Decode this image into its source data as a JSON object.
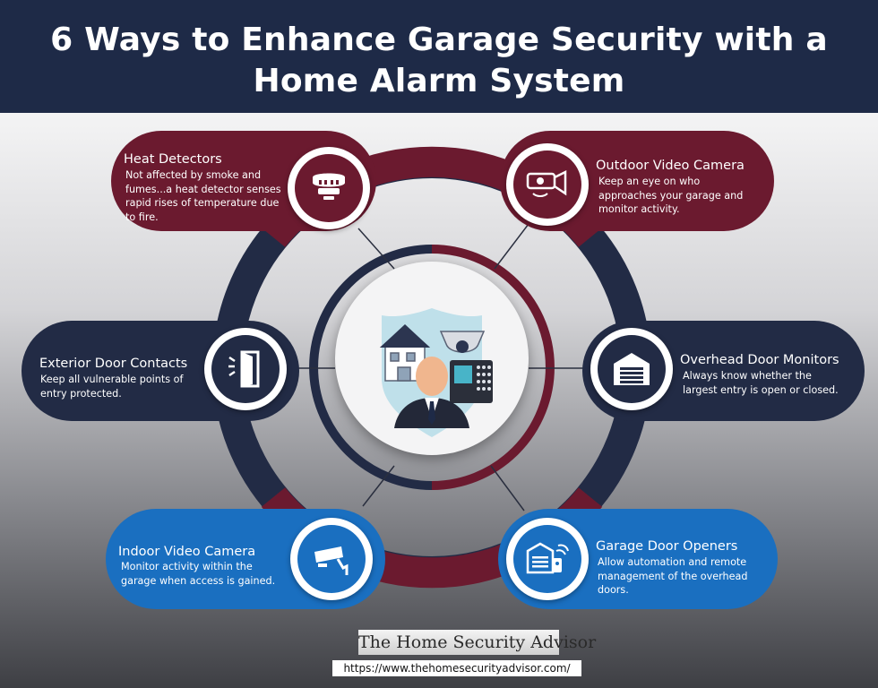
{
  "title": "6 Ways to Enhance Garage Security with a Home Alarm System",
  "colors": {
    "header": "#1e2a47",
    "maroon": "#6b1a2f",
    "navy": "#222b45",
    "blue": "#1a6fc0"
  },
  "items": [
    {
      "title": "Heat Detectors",
      "description": "Not affected by smoke and fumes...a heat detector senses rapid rises of temperature due to fire.",
      "icon": "smoke-detector-icon"
    },
    {
      "title": "Outdoor Video Camera",
      "description": "Keep an eye on who approaches your garage and monitor activity.",
      "icon": "outdoor-camera-icon"
    },
    {
      "title": "Exterior Door Contacts",
      "description": "Keep all vulnerable points of entry protected.",
      "icon": "door-contact-icon"
    },
    {
      "title": "Overhead Door Monitors",
      "description": "Always know whether the largest entry is open or closed.",
      "icon": "garage-door-icon"
    },
    {
      "title": "Indoor Video Camera",
      "description": "Monitor activity within the garage when access is gained.",
      "icon": "indoor-camera-icon"
    },
    {
      "title": "Garage Door Openers",
      "description": "Allow automation and remote management of the overhead doors.",
      "icon": "garage-remote-icon"
    }
  ],
  "center_icon": "security-guard-icon",
  "brand": "The Home Security Advisor",
  "url": "https://www.thehomesecurityadvisor.com/"
}
